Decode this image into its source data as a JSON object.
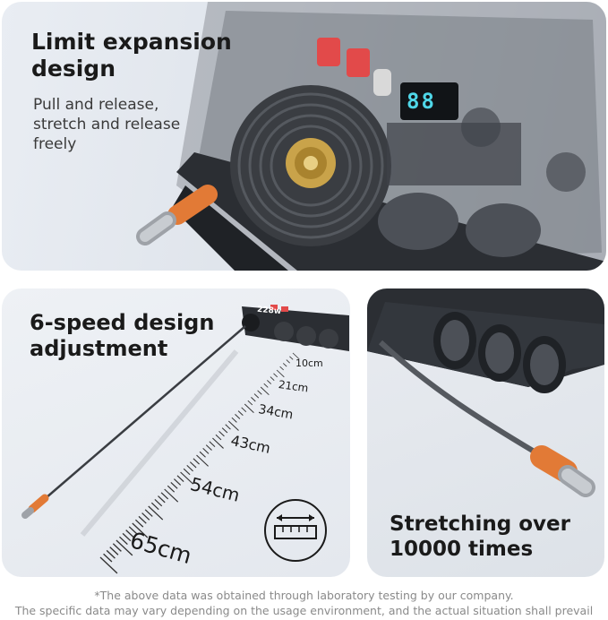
{
  "panel_top": {
    "title": "Limit expansion design",
    "subtitle": "Pull and release, stretch and release freely",
    "display_reading": "88"
  },
  "panel_left": {
    "title": "6-speed design adjustment",
    "device_label": "228w",
    "length_labels": [
      "10cm",
      "21cm",
      "34cm",
      "43cm",
      "54cm",
      "65cm"
    ]
  },
  "panel_right": {
    "title": "Stretching over 10000 times"
  },
  "footer": {
    "line1": "*The above data was obtained through laboratory testing by our company.",
    "line2": "The specific data may vary depending on the usage environment, and the actual situation shall prevail"
  },
  "colors": {
    "cable_orange": "#e27a36",
    "port_red": "#e24a4a",
    "display_cyan": "#4fd7e8",
    "device_dark": "#2b2e33"
  }
}
